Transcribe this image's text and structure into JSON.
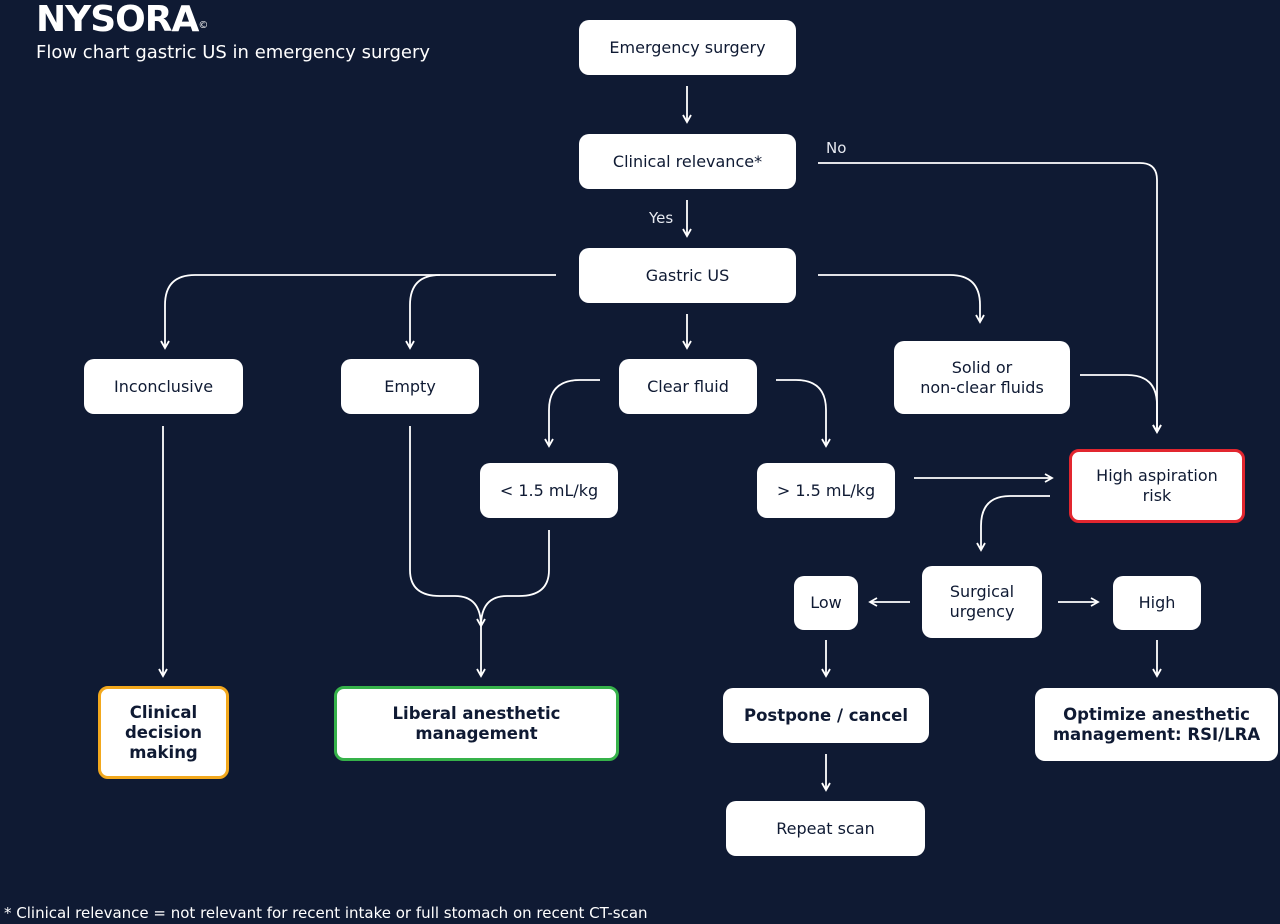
{
  "header": {
    "logo_text": "NYSORA",
    "logo_mark": "©",
    "subtitle": "Flow chart gastric US in emergency surgery"
  },
  "nodes": {
    "emergency": "Emergency surgery",
    "relevance": "Clinical relevance*",
    "gastric_us": "Gastric US",
    "inconclusive": "Inconclusive",
    "empty": "Empty",
    "clear_fluid": "Clear fluid",
    "solid": "Solid or\nnon-clear fluids",
    "lt": "< 1.5 mL/kg",
    "gt": "> 1.5 mL/kg",
    "high_risk": "High aspiration\nrisk",
    "urgency": "Surgical\nurgency",
    "low": "Low",
    "high": "High",
    "clinical_decision": "Clinical\ndecision\nmaking",
    "liberal": "Liberal anesthetic\nmanagement",
    "postpone": "Postpone / cancel",
    "optimize": "Optimize anesthetic\nmanagement: RSI/LRA",
    "repeat": "Repeat scan"
  },
  "edge_labels": {
    "no": "No",
    "yes": "Yes"
  },
  "footnote": "* Clinical relevance = not relevant for recent intake or full stomach on recent CT-scan",
  "colors": {
    "background": "#0f1a33",
    "node_fill": "#ffffff",
    "high_risk_border": "#e2262f",
    "liberal_border": "#36b24a",
    "clinical_decision_border": "#f2a81d"
  }
}
